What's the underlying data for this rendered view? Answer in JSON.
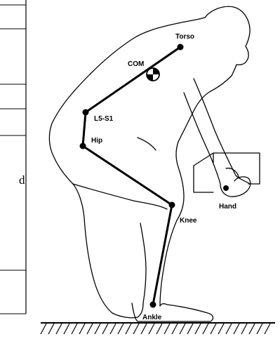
{
  "diagram": {
    "labels": {
      "torso": "Torso",
      "com": "COM",
      "l5s1": "L5-S1",
      "hip": "Hip",
      "hand": "Hand",
      "knee": "Knee",
      "ankle": "Ankle"
    },
    "left_edge_fragment": "d"
  }
}
